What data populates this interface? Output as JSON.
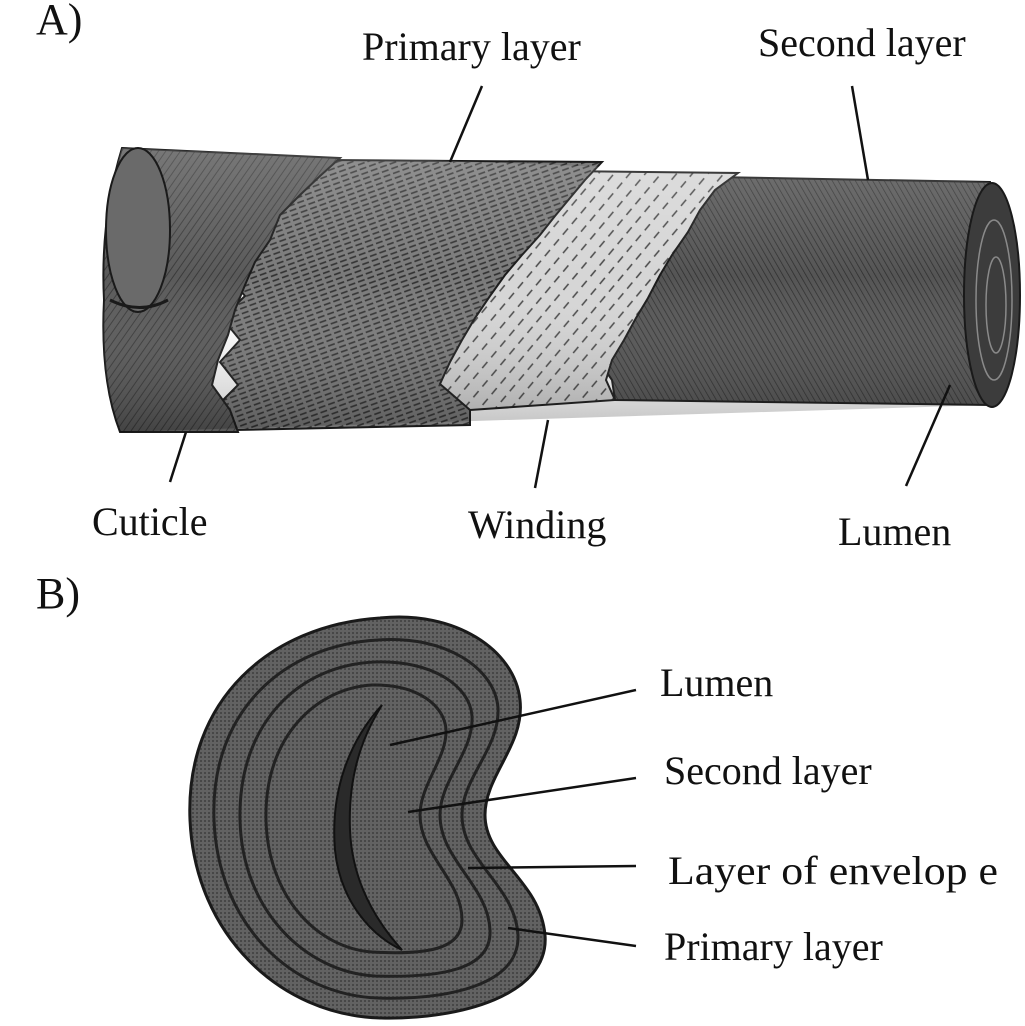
{
  "panel_a": {
    "letter": "A)",
    "labels": {
      "primary_layer": "Primary layer",
      "second_layer": "Second layer",
      "cuticle": "Cuticle",
      "winding": "Winding",
      "lumen": "Lumen"
    }
  },
  "panel_b": {
    "letter": "B)",
    "labels": {
      "lumen": "Lumen",
      "second_layer": "Second layer",
      "layer_of_envelope": "Layer of envelop e",
      "primary_layer": "Primary layer"
    }
  },
  "colors": {
    "ink": "#111111",
    "cuticle_fill": "#5a5a5a",
    "primary_fill": "#6e6e6e",
    "winding_fill": "#d4d4d4",
    "second_fill": "#4a4a4a",
    "section_fill": "#5c5c5c"
  }
}
